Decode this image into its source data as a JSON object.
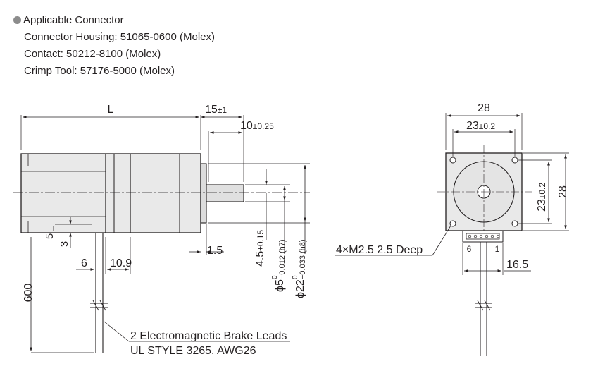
{
  "connector": {
    "heading": "Applicable Connector",
    "housing": "Connector Housing: 51065-0600 (Molex)",
    "contact": "Contact: 50212-8100 (Molex)",
    "tool": "Crimp Tool: 57176-5000 (Molex)"
  },
  "dims": {
    "L": "L",
    "d15": "15",
    "d15tol": "±1",
    "d10": "10",
    "d10tol": "±0.25",
    "d1_5": "1.5",
    "d5": "5",
    "d3": "3",
    "d6": "6",
    "d10_9": "10.9",
    "d600": "600",
    "d4_5": "4.5",
    "d4_5tol": "±0.15",
    "phi5": "ϕ5",
    "phi5upper": "0",
    "phi5lower": "−0.012 (h7)",
    "phi22": "ϕ22",
    "phi22upper": "0",
    "phi22lower": "−0.033 (h8)",
    "d28top": "28",
    "d23top": "23",
    "d23toptol": "±0.2",
    "d23side": "23",
    "d23sidetol": "±0.2",
    "d28side": "28",
    "d16_5": "16.5",
    "pin6": "6",
    "pin1": "1"
  },
  "notes": {
    "holes": "4×M2.5 2.5 Deep",
    "brake": "2 Electromagnetic Brake Leads",
    "cable": "UL STYLE 3265, AWG26"
  }
}
